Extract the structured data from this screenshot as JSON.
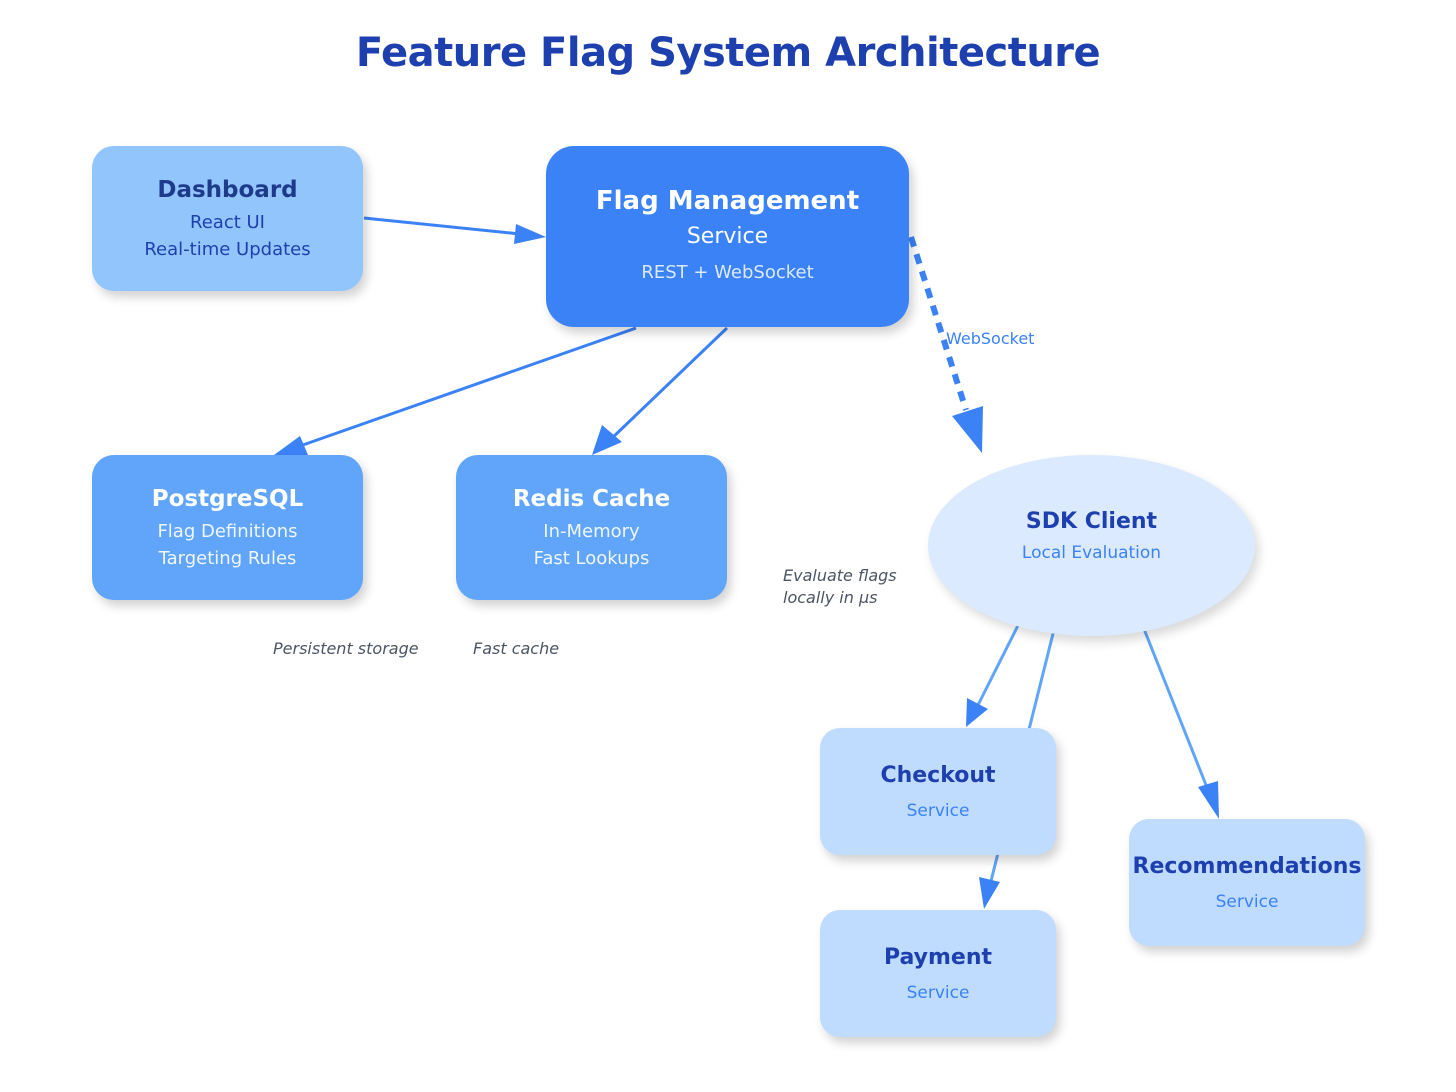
{
  "title": "Feature Flag System Architecture",
  "colors": {
    "title": "#1e40af",
    "primary": "#3b82f6",
    "storage": "#60a5fa",
    "dashboard": "#93c5fd",
    "services": "#bfdbfe",
    "sdk": "#dbeafe",
    "annotation": "#4b5563"
  },
  "nodes": {
    "dashboard": {
      "title": "Dashboard",
      "lines": [
        "React UI",
        "Real-time Updates"
      ]
    },
    "flag_management": {
      "title": "Flag Management",
      "subtitle": "Service",
      "detail": "REST + WebSocket"
    },
    "postgres": {
      "title": "PostgreSQL",
      "lines": [
        "Flag Definitions",
        "Targeting Rules"
      ]
    },
    "redis": {
      "title": "Redis Cache",
      "lines": [
        "In-Memory",
        "Fast Lookups"
      ]
    },
    "sdk_client": {
      "title": "SDK Client",
      "subtitle": "Local Evaluation"
    },
    "checkout": {
      "title": "Checkout",
      "subtitle": "Service"
    },
    "payment": {
      "title": "Payment",
      "subtitle": "Service"
    },
    "recommendations": {
      "title": "Recommendations",
      "subtitle": "Service"
    }
  },
  "edges": [
    {
      "from": "dashboard",
      "to": "flag_management",
      "style": "solid"
    },
    {
      "from": "flag_management",
      "to": "postgres",
      "style": "solid"
    },
    {
      "from": "flag_management",
      "to": "redis",
      "style": "solid"
    },
    {
      "from": "flag_management",
      "to": "sdk_client",
      "style": "dashed",
      "label": "WebSocket"
    },
    {
      "from": "sdk_client",
      "to": "checkout",
      "style": "solid"
    },
    {
      "from": "sdk_client",
      "to": "payment",
      "style": "solid"
    },
    {
      "from": "sdk_client",
      "to": "recommendations",
      "style": "solid"
    }
  ],
  "annotations": {
    "persistent": "Persistent storage",
    "fast_cache": "Fast cache",
    "evaluate_line1": "Evaluate flags",
    "evaluate_line2": "locally in µs"
  }
}
